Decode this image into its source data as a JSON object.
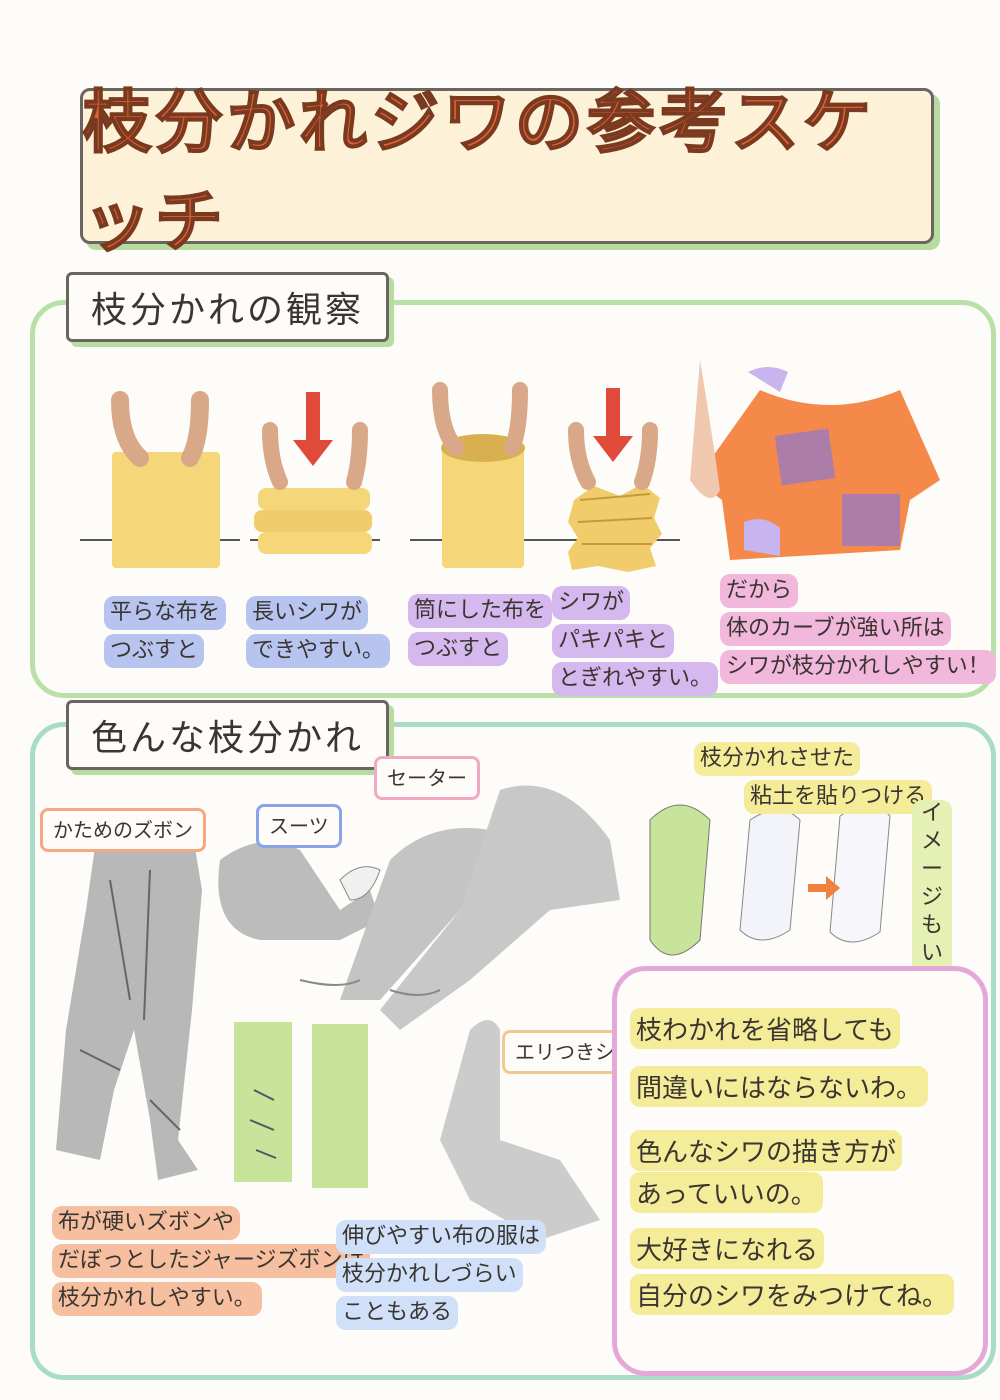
{
  "title": "枝分かれジワの参考スケッチ",
  "section1": {
    "label": "枝分かれの観察",
    "captions": [
      [
        "平らな布を",
        "つぶすと"
      ],
      [
        "長いシワが",
        "できやすい。"
      ],
      [
        "筒にした布を",
        "つぶすと"
      ],
      [
        "シワが",
        "パキパキと",
        "とぎれやすい。"
      ],
      [
        "だから",
        "体のカーブが強い所は",
        "シワが枝分かれしやすい！"
      ]
    ]
  },
  "section2": {
    "label": "色んな枝分かれ",
    "tags": {
      "pants": "かためのズボン",
      "suit": "スーツ",
      "sweater": "セーター",
      "shirt": "エリつきシャツ"
    },
    "clay_note": [
      "枝分かれさせた",
      "粘土を貼りつける"
    ],
    "clay_side": "イメージもいいね！",
    "pants_note": [
      "布が硬いズボンや",
      "だぼっとしたジャージズボンは",
      "枝分かれしやすい。"
    ],
    "stretch_note": [
      "伸びやすい布の服は",
      "枝分かれしづらい",
      "こともある"
    ]
  },
  "speech": {
    "lines": [
      "枝わかれを省略しても",
      "間違いにはならないわ。",
      "色んなシワの描き方が",
      "あっていいの。",
      "大好きになれる",
      "自分のシワをみつけてね。"
    ]
  },
  "colors": {
    "title": "#e0603a",
    "cloth_yellow": "#f5d77a",
    "shirt_orange": "#f4894a",
    "arrow_red": "#e04a3a",
    "clay_green": "#c8e39a"
  }
}
